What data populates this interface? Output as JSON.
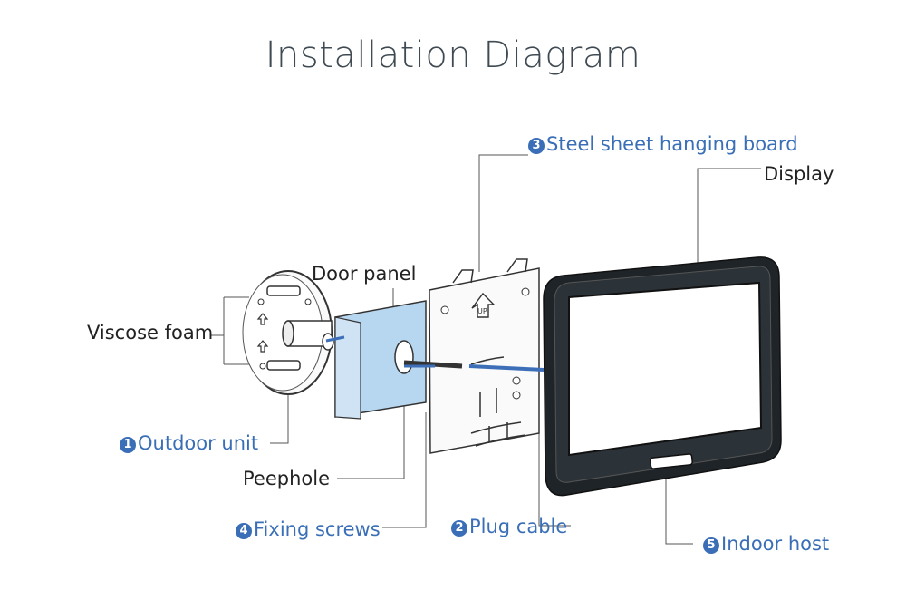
{
  "title": "Installation Diagram",
  "labels": {
    "steel_sheet": {
      "num": "3",
      "text": "Steel sheet hanging board"
    },
    "display": {
      "text": "Display"
    },
    "door_panel": {
      "text": "Door panel"
    },
    "viscose_foam": {
      "text": "Viscose foam"
    },
    "outdoor_unit": {
      "num": "1",
      "text": "Outdoor unit"
    },
    "peephole": {
      "text": "Peephole"
    },
    "fixing_screws": {
      "num": "4",
      "text": "Fixing screws"
    },
    "plug_cable": {
      "num": "2",
      "text": "Plug cable"
    },
    "indoor_host": {
      "num": "5",
      "text": "Indoor host"
    }
  },
  "plate_marking": "UP",
  "colors": {
    "title": "#3f4a52",
    "label_accent": "#3a6fb7",
    "door_panel_fill": "#b7d6ef",
    "cable": "#3d6fb8",
    "outline": "#333333"
  }
}
